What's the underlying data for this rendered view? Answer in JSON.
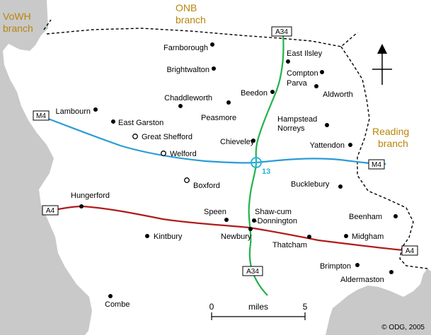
{
  "colors": {
    "outside": "#c9c9c9",
    "m4": "#2b9bd6",
    "a4": "#b01b1b",
    "a34": "#22b24c",
    "branch_text": "#b8860b",
    "junction": "#2ab4d8"
  },
  "branches": {
    "vowh": [
      "VoWH",
      "branch"
    ],
    "onb": [
      "ONB",
      "branch"
    ],
    "reading": [
      "Reading",
      "branch"
    ]
  },
  "roads": {
    "m4": "M4",
    "a4": "A4",
    "a34": "A34",
    "junction": "13"
  },
  "places": [
    {
      "id": "farnborough",
      "name": "Farnborough",
      "marker": "dot"
    },
    {
      "id": "east-ilsley",
      "name": "East Ilsley",
      "marker": "dot"
    },
    {
      "id": "brightwalton",
      "name": "Brightwalton",
      "marker": "dot"
    },
    {
      "id": "compton",
      "name": "Compton",
      "marker": "dot"
    },
    {
      "id": "parva",
      "name": "Parva",
      "marker": "none"
    },
    {
      "id": "aldworth",
      "name": "Aldworth",
      "marker": "dot"
    },
    {
      "id": "beedon",
      "name": "Beedon",
      "marker": "dot"
    },
    {
      "id": "chaddleworth",
      "name": "Chaddleworth",
      "marker": "dot"
    },
    {
      "id": "peasmore",
      "name": "Peasmore",
      "marker": "dot"
    },
    {
      "id": "lambourn",
      "name": "Lambourn",
      "marker": "dot"
    },
    {
      "id": "hampstead-norreys",
      "name": "Hampstead\nNorreys",
      "marker": "dot"
    },
    {
      "id": "east-garston",
      "name": "East Garston",
      "marker": "dot"
    },
    {
      "id": "great-shefford",
      "name": "Great Shefford",
      "marker": "hollow"
    },
    {
      "id": "yattendon",
      "name": "Yattendon",
      "marker": "dot"
    },
    {
      "id": "chieveley",
      "name": "Chieveley",
      "marker": "dot"
    },
    {
      "id": "welford",
      "name": "Welford",
      "marker": "hollow"
    },
    {
      "id": "boxford",
      "name": "Boxford",
      "marker": "hollow"
    },
    {
      "id": "bucklebury",
      "name": "Bucklebury",
      "marker": "dot"
    },
    {
      "id": "hungerford",
      "name": "Hungerford",
      "marker": "dot"
    },
    {
      "id": "speen",
      "name": "Speen",
      "marker": "dot"
    },
    {
      "id": "shaw",
      "name": "Shaw-cum\n-Donnington",
      "marker": "dot"
    },
    {
      "id": "beenham",
      "name": "Beenham",
      "marker": "dot"
    },
    {
      "id": "kintbury",
      "name": "Kintbury",
      "marker": "dot"
    },
    {
      "id": "newbury",
      "name": "Newbury",
      "marker": "dot"
    },
    {
      "id": "thatcham",
      "name": "Thatcham",
      "marker": "dot"
    },
    {
      "id": "midgham",
      "name": "Midgham",
      "marker": "dot"
    },
    {
      "id": "brimpton",
      "name": "Brimpton",
      "marker": "dot"
    },
    {
      "id": "aldermaston",
      "name": "Aldermaston",
      "marker": "dot"
    },
    {
      "id": "combe",
      "name": "Combe",
      "marker": "dot"
    }
  ],
  "scale": {
    "min": "0",
    "label": "miles",
    "max": "5"
  },
  "copyright": "© ODG, 2005"
}
